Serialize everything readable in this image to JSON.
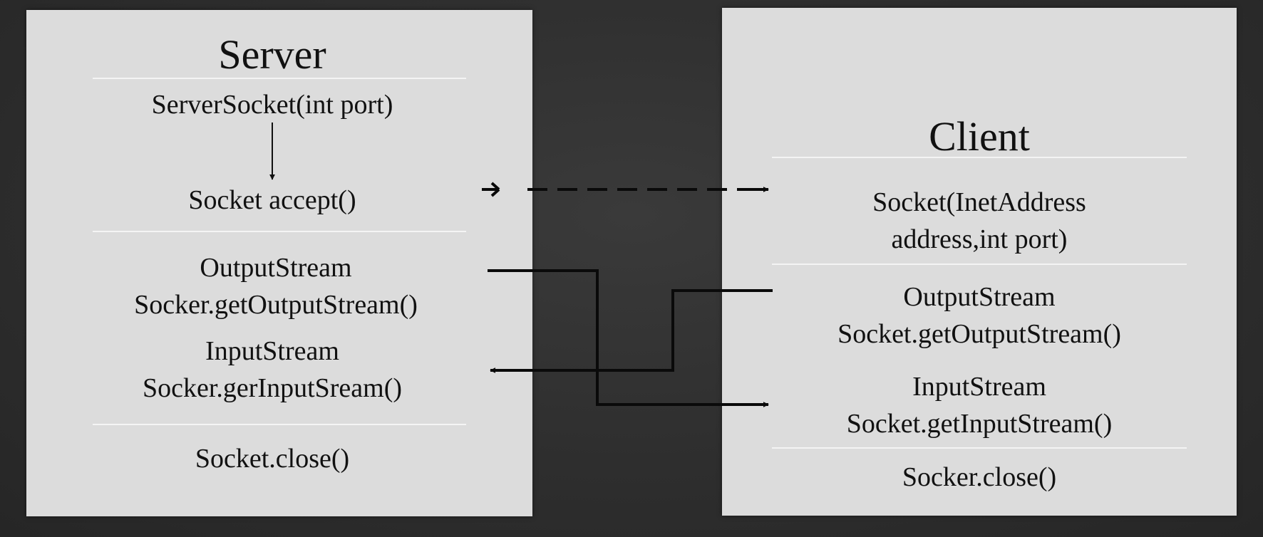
{
  "server": {
    "title": "Server",
    "server_socket": "ServerSocket(int port)",
    "accept": "Socket accept()",
    "output_type": "OutputStream",
    "output_call": "Socker.getOutputStream()",
    "input_type": "InputStream",
    "input_call": "Socker.gerInputSream()",
    "close": "Socket.close()"
  },
  "client": {
    "title": "Client",
    "socket_line1": "Socket(InetAddress",
    "socket_line2": "address,int port)",
    "output_type": "OutputStream",
    "output_call": "Socket.getOutputStream()",
    "input_type": "InputStream",
    "input_call": "Socket.getInputStream()",
    "close": "Socker.close()"
  },
  "colors": {
    "background": "#2e2e2e",
    "panel": "#dcdcdc",
    "divider": "#f4f4f4",
    "ink": "#111111"
  }
}
